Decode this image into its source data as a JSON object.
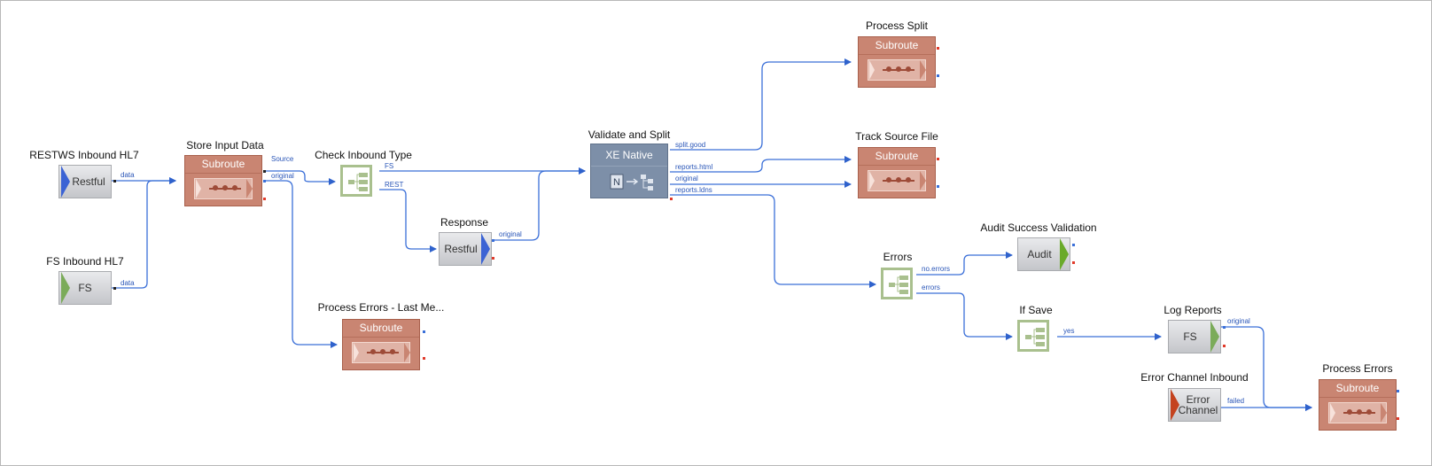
{
  "nodes": {
    "restws_inbound": {
      "title": "RESTWS Inbound HL7",
      "text": "Restful"
    },
    "fs_inbound": {
      "title": "FS Inbound HL7",
      "text": "FS"
    },
    "store_input": {
      "title": "Store Input Data",
      "text": "Subroute"
    },
    "check_inbound": {
      "title": "Check Inbound Type"
    },
    "response": {
      "title": "Response",
      "text": "Restful"
    },
    "process_errors_last": {
      "title": "Process Errors - Last Me...",
      "text": "Subroute"
    },
    "validate_split": {
      "title": "Validate and Split",
      "text": "XE Native"
    },
    "process_split": {
      "title": "Process Split",
      "text": "Subroute"
    },
    "track_source": {
      "title": "Track Source File",
      "text": "Subroute"
    },
    "audit": {
      "title": "Audit Success Validation",
      "text": "Audit"
    },
    "errors": {
      "title": "Errors"
    },
    "if_save": {
      "title": "If Save"
    },
    "log_reports": {
      "title": "Log Reports",
      "text": "FS"
    },
    "error_channel": {
      "title": "Error Channel Inbound",
      "text_line1": "Error",
      "text_line2": "Channel"
    },
    "process_errors": {
      "title": "Process Errors",
      "text": "Subroute"
    }
  },
  "edges": {
    "data1": "data",
    "data2": "data",
    "source": "Source",
    "original1": "original",
    "fs": "FS",
    "rest": "REST",
    "original2": "original",
    "split_good": "split.good",
    "reports_html": "reports.html",
    "original3": "original",
    "reports_ldns": "reports.ldns",
    "no_errors": "no.errors",
    "errors": "errors",
    "yes": "yes",
    "original4": "original",
    "failed": "failed"
  },
  "colors": {
    "wire": "#3a6fd8",
    "subroute": "#c98572",
    "router_border": "#a9c08e",
    "xe_native": "#7d8fa8",
    "connector": "#d6d7da"
  }
}
